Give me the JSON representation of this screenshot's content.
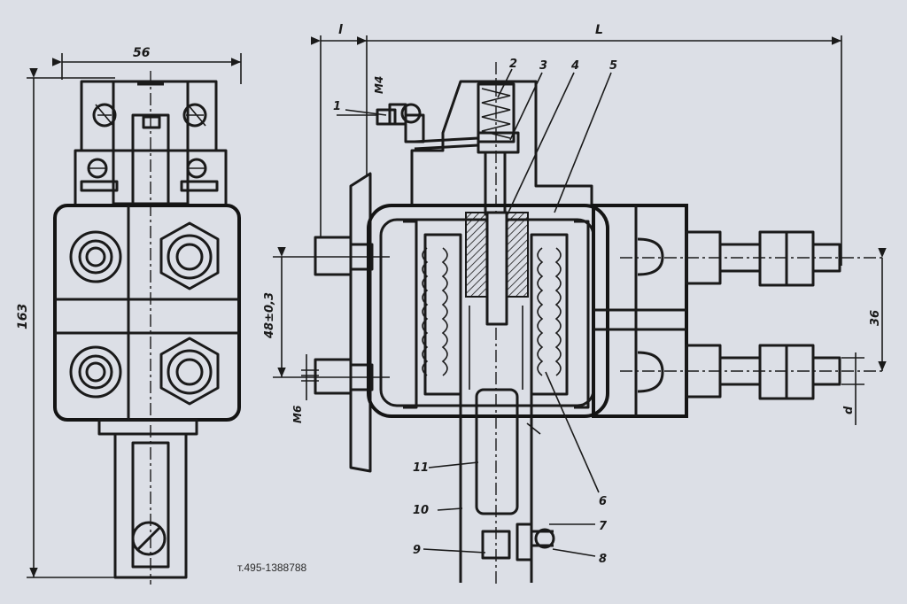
{
  "dimensions": {
    "width_side": "56",
    "height_side": "163",
    "offset_l": "l",
    "length_L": "L",
    "spacing": "48±0,3",
    "spacing_right": "36",
    "thread_m6": "M6",
    "thread_m4": "M4",
    "diameter": "d"
  },
  "callouts": {
    "n1": "1",
    "n2": "2",
    "n3": "3",
    "n4": "4",
    "n5": "5",
    "n6": "6",
    "n7": "7",
    "n8": "8",
    "n9": "9",
    "n10": "10",
    "n11": "11"
  },
  "watermark": "т.495-1388788",
  "colors": {
    "paper": "#dcdfe6",
    "ink": "#1a1a1a"
  }
}
